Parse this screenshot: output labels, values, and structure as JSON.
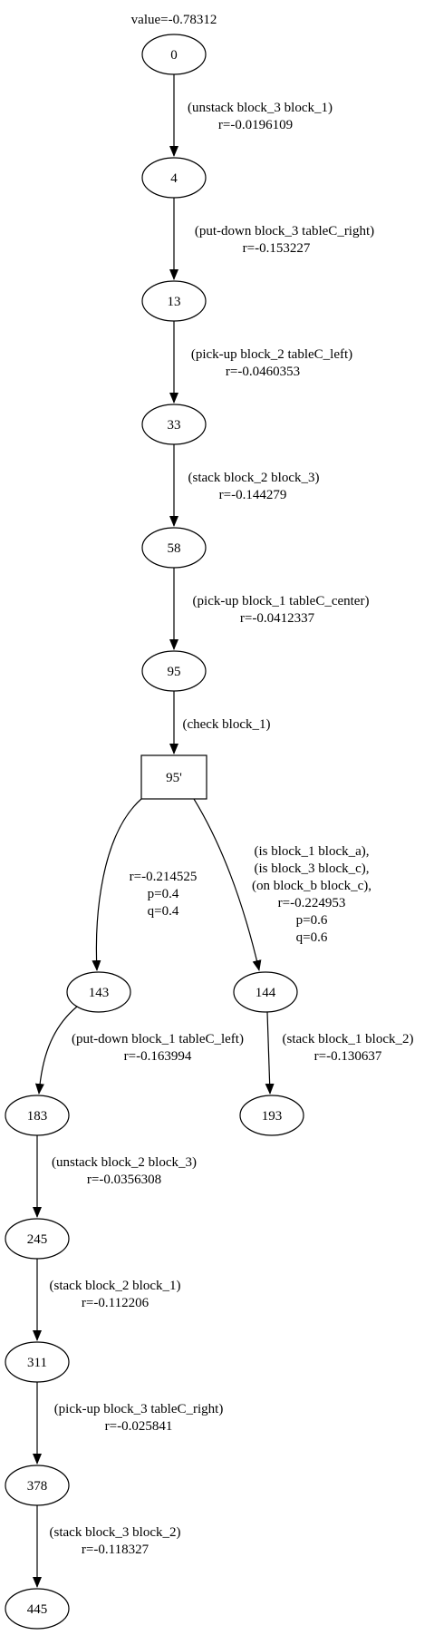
{
  "header": {
    "value_label": "value=-0.78312"
  },
  "nodes": {
    "n0": "0",
    "n4": "4",
    "n13": "13",
    "n33": "33",
    "n58": "58",
    "n95": "95",
    "n95p": "95'",
    "n143": "143",
    "n144": "144",
    "n183": "183",
    "n193": "193",
    "n245": "245",
    "n311": "311",
    "n378": "378",
    "n445": "445"
  },
  "edges": {
    "e0_4": [
      "(unstack block_3 block_1)",
      "r=-0.0196109"
    ],
    "e4_13": [
      "(put-down block_3 tableC_right)",
      "r=-0.153227"
    ],
    "e13_33": [
      "(pick-up block_2 tableC_left)",
      "r=-0.0460353"
    ],
    "e33_58": [
      "(stack block_2 block_3)",
      "r=-0.144279"
    ],
    "e58_95": [
      "(pick-up block_1 tableC_center)",
      "r=-0.0412337"
    ],
    "e95_95p": [
      "(check block_1)"
    ],
    "e95p_143": [
      "r=-0.214525",
      "p=0.4",
      "q=0.4"
    ],
    "e95p_144": [
      "(is block_1 block_a),",
      "(is block_3 block_c),",
      "(on block_b block_c),",
      "r=-0.224953",
      "p=0.6",
      "q=0.6"
    ],
    "e143_183": [
      "(put-down block_1 tableC_left)",
      "r=-0.163994"
    ],
    "e144_193": [
      "(stack block_1 block_2)",
      "r=-0.130637"
    ],
    "e183_245": [
      "(unstack block_2 block_3)",
      "r=-0.0356308"
    ],
    "e245_311": [
      "(stack block_2 block_1)",
      "r=-0.112206"
    ],
    "e311_378": [
      "(pick-up block_3 tableC_right)",
      "r=-0.025841"
    ],
    "e378_445": [
      "(stack block_3 block_2)",
      "r=-0.118327"
    ]
  }
}
